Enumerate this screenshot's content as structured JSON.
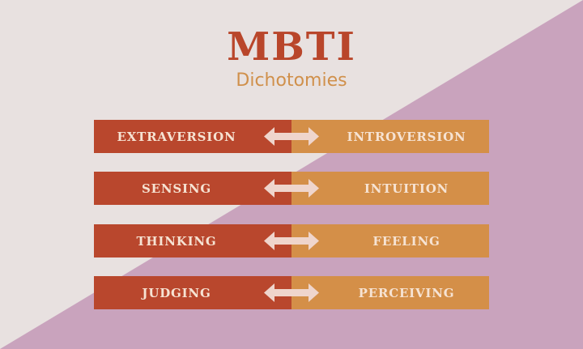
{
  "header": {
    "title": "MBTI",
    "subtitle": "Dichotomies"
  },
  "colors": {
    "background_light": "#e8e1e0",
    "background_purple": "#c9a3bd",
    "left_bar": "#b9472d",
    "right_bar": "#d48f48",
    "bar_text": "#f6e3d3",
    "arrow": "#efd5cc",
    "title": "#b9462b",
    "subtitle": "#d0904b"
  },
  "dichotomies": [
    {
      "left": "EXTRAVERSION",
      "right": "INTROVERSION",
      "icon": "double-arrow-icon"
    },
    {
      "left": "SENSING",
      "right": "INTUITION",
      "icon": "double-arrow-icon"
    },
    {
      "left": "THINKING",
      "right": "FEELING",
      "icon": "double-arrow-icon"
    },
    {
      "left": "JUDGING",
      "right": "PERCEIVING",
      "icon": "double-arrow-icon"
    }
  ]
}
